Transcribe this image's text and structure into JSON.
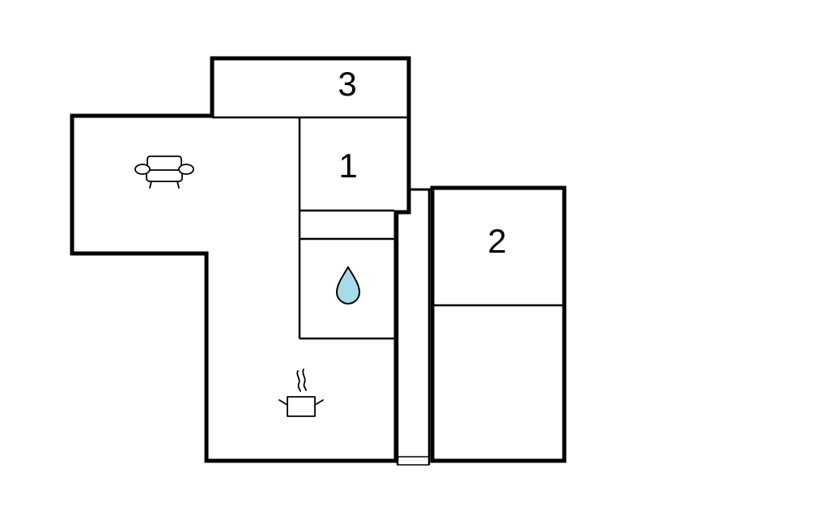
{
  "floorplan": {
    "rooms": [
      {
        "id": "room-3",
        "label": "3"
      },
      {
        "id": "room-1",
        "label": "1"
      },
      {
        "id": "room-2",
        "label": "2"
      }
    ],
    "icons": [
      {
        "name": "sofa-icon",
        "meaning": "living room"
      },
      {
        "name": "water-drop-icon",
        "meaning": "bathroom"
      },
      {
        "name": "cooking-pot-icon",
        "meaning": "kitchen"
      }
    ],
    "colors": {
      "wall": "#000000",
      "background": "#ffffff",
      "water": "#a6dcea"
    }
  }
}
